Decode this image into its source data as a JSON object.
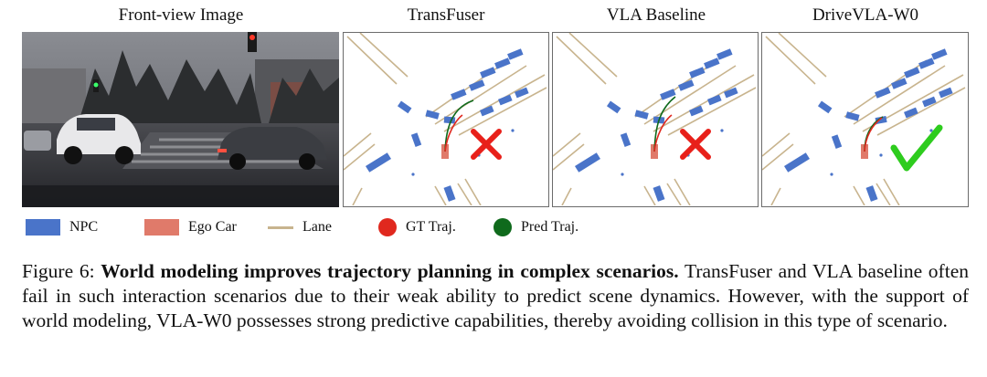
{
  "panels": {
    "front_view_title": "Front-view Image",
    "transfuser_title": "TransFuser",
    "vla_baseline_title": "VLA Baseline",
    "drivevla_title": "DriveVLA-W0"
  },
  "legend": {
    "npc": "NPC",
    "ego_car": "Ego Car",
    "lane": "Lane",
    "gt_traj": "GT Traj.",
    "pred_traj": "Pred Traj."
  },
  "colors": {
    "npc": "#4a74c9",
    "ego_car": "#e07a6a",
    "lane": "#c8b48e",
    "gt_traj": "#e0281e",
    "pred_traj": "#0f6a1c",
    "fail_mark": "#e8201a",
    "success_mark": "#2ecc1e"
  },
  "caption": {
    "label": "Figure 6:",
    "bold": "World modeling improves trajectory planning in complex scenarios.",
    "body": "TransFuser and VLA baseline often fail in such interaction scenarios due to their weak ability to predict scene dynamics. However, with the support of world modeling, VLA-W0 possesses strong predictive capabilities, thereby avoiding collision in this type of scenario."
  },
  "results": {
    "transfuser": "cross-mark-icon",
    "vla_baseline": "cross-mark-icon",
    "drivevla": "check-mark-icon"
  }
}
